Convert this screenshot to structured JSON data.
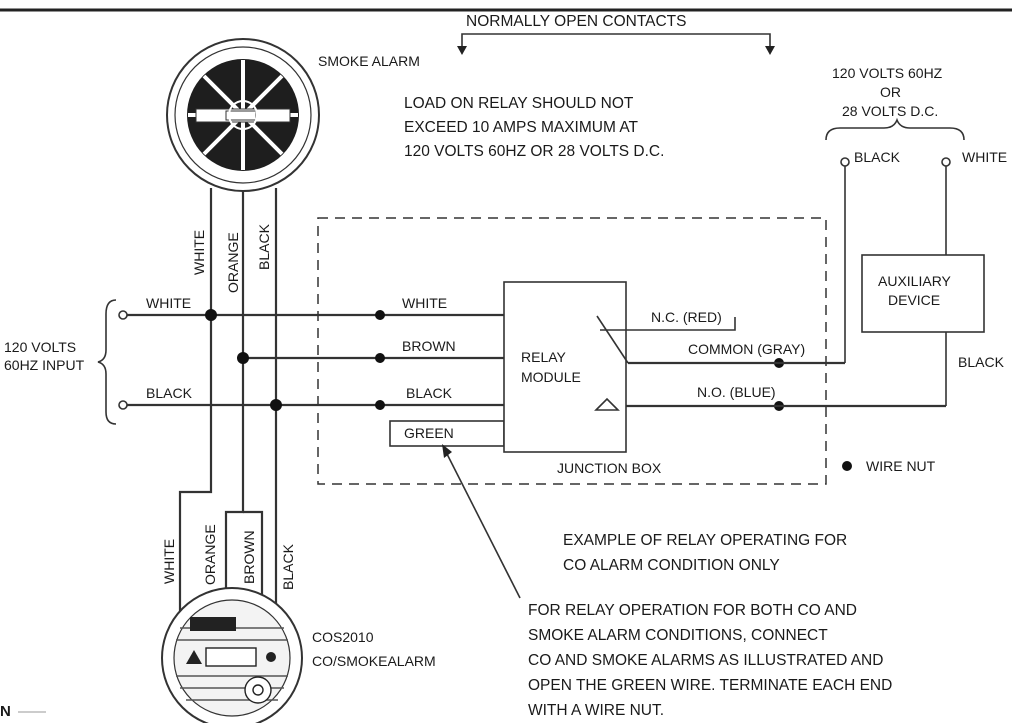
{
  "header": {
    "normally_open_contacts": "NORMALLY OPEN CONTACTS"
  },
  "smoke_alarm": {
    "label": "SMOKE ALARM"
  },
  "load_note": [
    "LOAD ON RELAY SHOULD NOT",
    "EXCEED 10 AMPS MAXIMUM AT",
    "120 VOLTS 60HZ OR 28 VOLTS D.C."
  ],
  "aux_power": {
    "line1": "120 VOLTS 60HZ",
    "line2": "OR",
    "line3": "28 VOLTS D.C.",
    "black": "BLACK",
    "white": "WHITE"
  },
  "input": {
    "line1": "120 VOLTS",
    "line2": "60HZ INPUT",
    "white": "WHITE",
    "black": "BLACK"
  },
  "upper_vertical": {
    "white": "WHITE",
    "orange": "ORANGE",
    "black": "BLACK"
  },
  "lower_vertical": {
    "white": "WHITE",
    "orange": "ORANGE",
    "brown": "BROWN",
    "black": "BLACK"
  },
  "relay_inputs": {
    "white": "WHITE",
    "brown": "BROWN",
    "black": "BLACK",
    "green": "GREEN"
  },
  "relay_module": {
    "line1": "RELAY",
    "line2": "MODULE"
  },
  "relay_outputs": {
    "nc": "N.C. (RED)",
    "common": "COMMON (GRAY)",
    "no": "N.O. (BLUE)"
  },
  "junction_box": "JUNCTION BOX",
  "aux_device": {
    "line1": "AUXILIARY",
    "line2": "DEVICE",
    "black": "BLACK"
  },
  "legend": {
    "wire_nut": "WIRE NUT"
  },
  "example_note": [
    "EXAMPLE OF RELAY OPERATING FOR",
    "CO ALARM CONDITION ONLY"
  ],
  "relay_operation_note": [
    "FOR RELAY OPERATION FOR BOTH CO AND",
    "SMOKE ALARM CONDITIONS, CONNECT",
    "CO AND SMOKE ALARMS AS ILLUSTRATED AND",
    "OPEN THE GREEN WIRE. TERMINATE EACH END",
    "WITH A WIRE NUT."
  ],
  "co_alarm": {
    "model": "COS2010",
    "label": "CO/SMOKEALARM"
  },
  "corner_fragment": "N"
}
